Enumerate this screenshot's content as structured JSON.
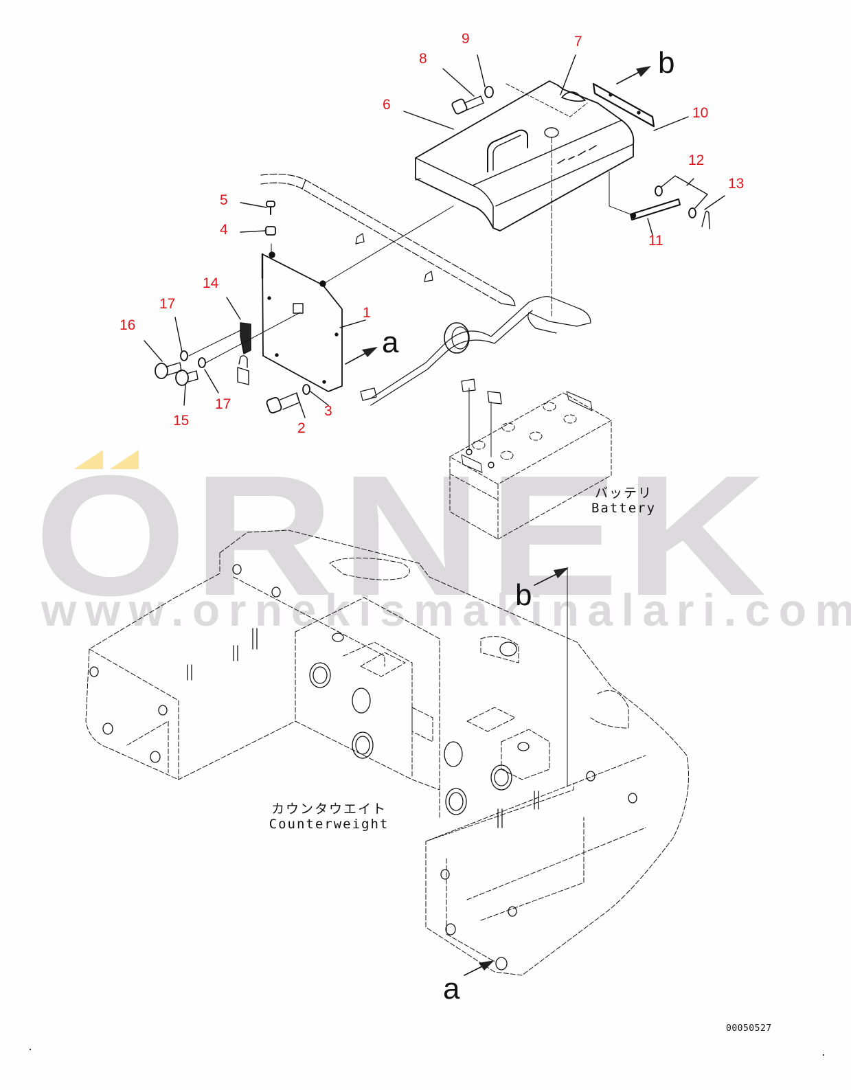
{
  "watermark": {
    "brand": "ÖRNEK",
    "brand_letters": "ORNEK",
    "url": "www.ornekismakinalari.com.tr",
    "text_color": "#dcdadd",
    "accent_color": "#fbe39b"
  },
  "diagram": {
    "callout_color": "#e0141b",
    "callouts": [
      {
        "id": "1",
        "label": "1"
      },
      {
        "id": "2",
        "label": "2"
      },
      {
        "id": "3",
        "label": "3"
      },
      {
        "id": "4",
        "label": "4"
      },
      {
        "id": "5",
        "label": "5"
      },
      {
        "id": "6",
        "label": "6"
      },
      {
        "id": "7",
        "label": "7"
      },
      {
        "id": "8",
        "label": "8"
      },
      {
        "id": "9",
        "label": "9"
      },
      {
        "id": "10",
        "label": "10"
      },
      {
        "id": "11",
        "label": "11"
      },
      {
        "id": "12",
        "label": "12"
      },
      {
        "id": "13",
        "label": "13"
      },
      {
        "id": "14",
        "label": "14"
      },
      {
        "id": "15",
        "label": "15"
      },
      {
        "id": "16",
        "label": "16"
      },
      {
        "id": "17a",
        "label": "17"
      },
      {
        "id": "17b",
        "label": "17"
      }
    ],
    "view_markers": {
      "a_top": "a",
      "b_top": "b",
      "b_bottom": "b",
      "a_bottom": "a"
    },
    "captions": {
      "battery_jp": "バッテリ",
      "battery_en": "Battery",
      "counterweight_jp": "カウンタウエイト",
      "counterweight_en": "Counterweight"
    },
    "drawing_number": "00050527"
  }
}
